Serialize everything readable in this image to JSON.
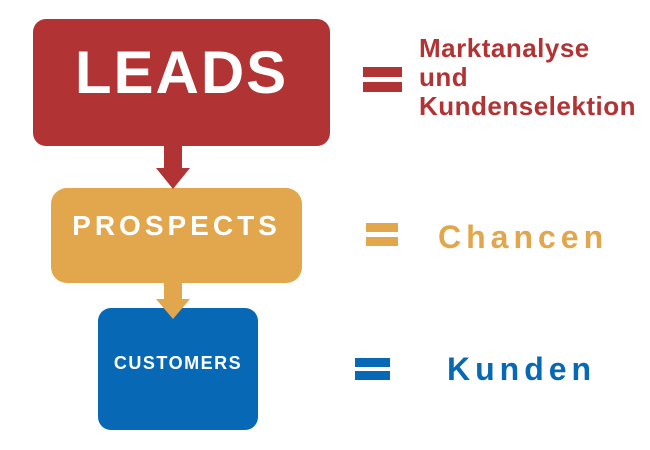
{
  "background": "#FFFFFF",
  "stages": [
    {
      "box_label": "LEADS",
      "color": "#B23334",
      "label_color": "#FFFFFF",
      "equals_symbol": "=",
      "definition_lines": [
        "Marktanalyse",
        "und",
        "Kundenselektion"
      ]
    },
    {
      "box_label": "PROSPECTS",
      "color": "#E2A74C",
      "label_color": "#FFFFFF",
      "equals_symbol": "=",
      "definition_lines": [
        "Chancen"
      ]
    },
    {
      "box_label": "CUSTOMERS",
      "color": "#0769B5",
      "label_color": "#FFFFFF",
      "equals_symbol": "=",
      "definition_lines": [
        "Kunden"
      ]
    }
  ],
  "arrows": [
    {
      "from": "LEADS",
      "to": "PROSPECTS",
      "direction": "down",
      "color": "#B23334"
    },
    {
      "from": "PROSPECTS",
      "to": "CUSTOMERS",
      "direction": "down",
      "color": "#E2A74C"
    }
  ]
}
